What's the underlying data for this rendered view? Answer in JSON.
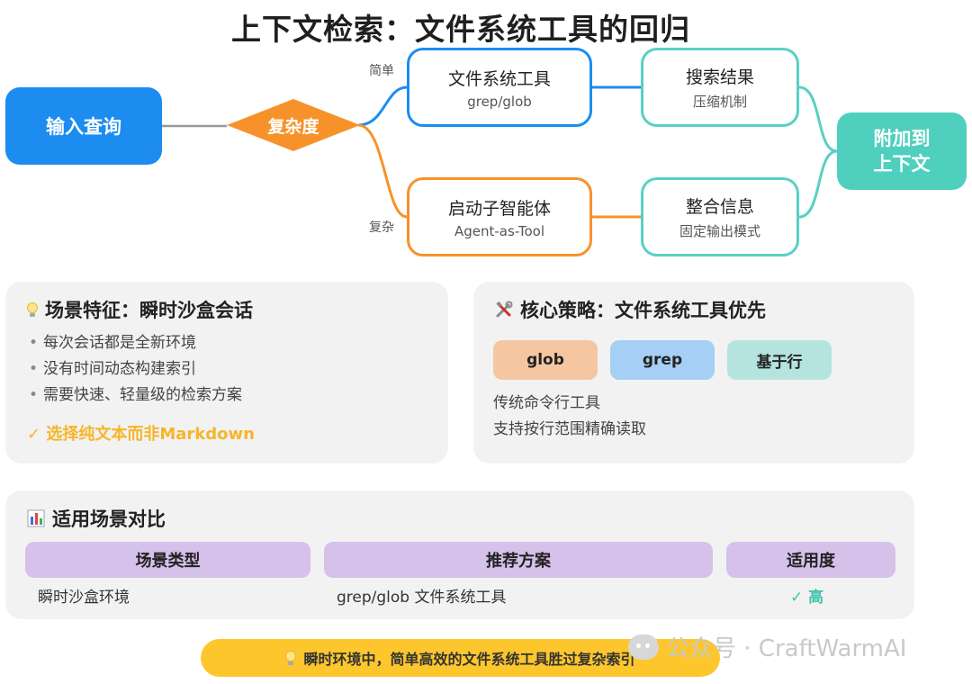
{
  "title": "上下文检索：文件系统工具的回归",
  "flow": {
    "input": "输入查询",
    "decision": "复杂度",
    "branch_simple": "简单",
    "branch_complex": "复杂",
    "fs_tool": {
      "main": "文件系统工具",
      "sub": "grep/glob"
    },
    "search_result": {
      "main": "搜索结果",
      "sub": "压缩机制"
    },
    "sub_agent": {
      "main": "启动子智能体",
      "sub": "Agent-as-Tool"
    },
    "merge_info": {
      "main": "整合信息",
      "sub": "固定输出模式"
    },
    "output_line1": "附加到",
    "output_line2": "上下文",
    "colors": {
      "input": "#1c8cf0",
      "decision": "#f7922b",
      "simple": "#1c8cf0",
      "complex": "#f7922b",
      "result": "#58d0c4",
      "output": "#4fd0be"
    }
  },
  "scene_card": {
    "icon": "lightbulb-icon",
    "title": "场景特征：瞬时沙盒会话",
    "bullets": [
      "每次会话都是全新环境",
      "没有时间动态构建索引",
      "需要快速、轻量级的检索方案"
    ],
    "highlight": "✓ 选择纯文本而非Markdown"
  },
  "strategy_card": {
    "icon": "tools-icon",
    "title": "核心策略：文件系统工具优先",
    "pills": [
      "glob",
      "grep",
      "基于行"
    ],
    "lines": [
      "传统命令行工具",
      "支持按行范围精确读取"
    ]
  },
  "compare_card": {
    "icon": "bar-chart-icon",
    "title": "适用场景对比",
    "headers": [
      "场景类型",
      "推荐方案",
      "适用度"
    ],
    "row": [
      "瞬时沙盒环境",
      "grep/glob 文件系统工具",
      "✓ 高"
    ]
  },
  "banner": "瞬时环境中，简单高效的文件系统工具胜过复杂索引",
  "watermark": "公众号 · CraftWarmAI"
}
